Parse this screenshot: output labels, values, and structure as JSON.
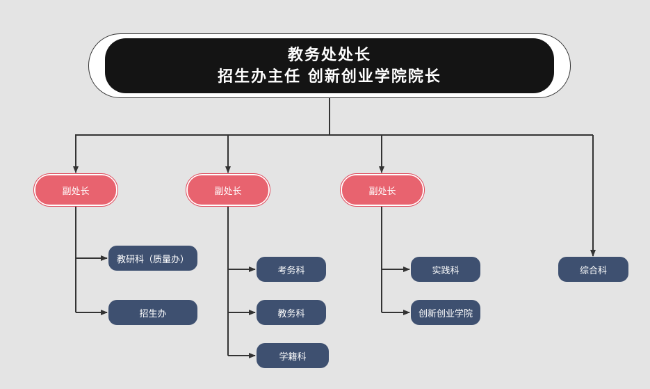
{
  "top": {
    "line1": "教务处处长",
    "line2": "招生办主任 创新创业学院院长"
  },
  "deputies": [
    "副处长",
    "副处长",
    "副处长"
  ],
  "units": {
    "deputy1": [
      "教研科（质量办）",
      "招生办"
    ],
    "deputy2": [
      "考务科",
      "教务科",
      "学籍科"
    ],
    "deputy3": [
      "实践科",
      "创新创业学院"
    ],
    "direct": "综合科"
  },
  "colors": {
    "background": "#e4e4e4",
    "top_box": "#141414",
    "deputy_box": "#e8636f",
    "unit_box": "#3e5070",
    "line": "#333333"
  }
}
